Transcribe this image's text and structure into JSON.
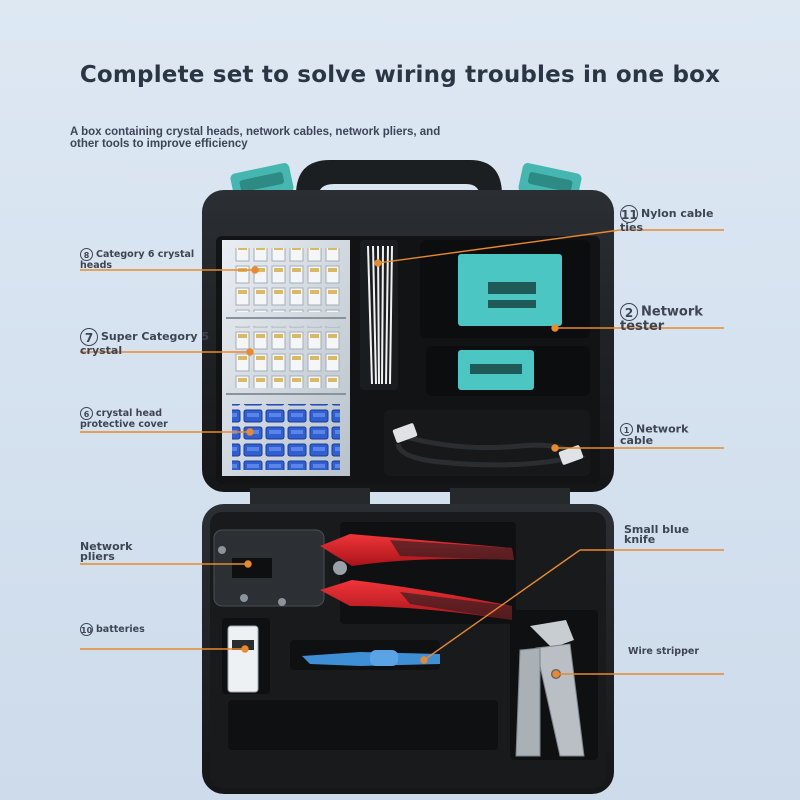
{
  "headline": "Complete set to solve wiring troubles in one box",
  "subtitle": "A box containing crystal heads, network cables, network pliers, and other tools to improve efficiency",
  "labels": {
    "cat6_heads": {
      "number": "8",
      "text": "Category 6 crystal heads"
    },
    "cat5_heads": {
      "number": "7",
      "text": "Super Category 5 crystal"
    },
    "protective_cover": {
      "number": "6",
      "text": "crystal head protective cover"
    },
    "cable_ties": {
      "number": "11",
      "text": "Nylon cable ties"
    },
    "network_tester": {
      "number": "2",
      "text": "Network tester"
    },
    "network_cable": {
      "number": "1",
      "text": "Network cable"
    },
    "network_pliers": {
      "text": "Network pliers"
    },
    "batteries": {
      "number": "10",
      "text": "batteries"
    },
    "blue_knife": {
      "text": "Small blue knife"
    },
    "wire_stripper": {
      "text": "Wire stripper"
    }
  },
  "colors": {
    "background": "#d6e2ef",
    "case": "#1c1f22",
    "latch": "#46b7b0",
    "tester": "#4cc6c2",
    "pliers_red": "#d8262c",
    "callout": "#e8892e",
    "knife_blue": "#3f8fd6",
    "cover_blue": "#2f5fd0"
  }
}
